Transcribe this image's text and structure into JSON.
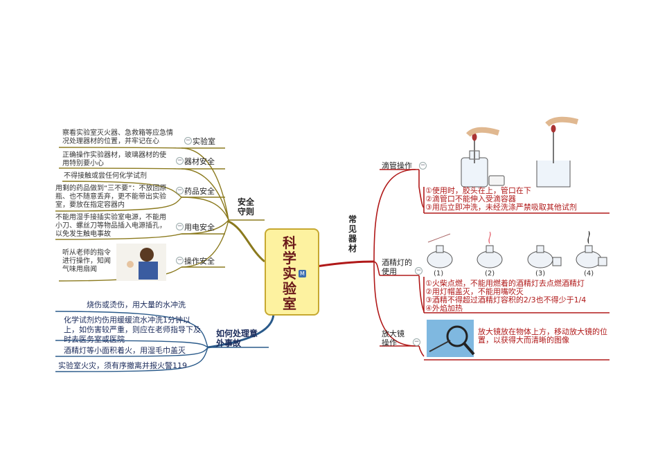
{
  "center": {
    "title": "科学实验室",
    "badge": "M"
  },
  "safety": {
    "title": "安全守则",
    "items": [
      {
        "label": "实验室",
        "desc": "察看实验室灭火器、急救箱等应急情况处理器材的位置，并牢记在心"
      },
      {
        "label": "器材安全",
        "desc": "正确操作实验器材，玻璃器材的使用特别要小心"
      },
      {
        "label": "药品安全",
        "desc_top": "不得接触或尝任何化学试剂",
        "desc": "用剩的药品做到“三不要”：不放回原瓶、也不随意丢弃，更不能带出实验室，要放在指定容器内"
      },
      {
        "label": "用电安全",
        "desc": "不能用湿手接插实验室电源，不能用小刀、螺丝刀等物品插入电源插孔，以免发生触电事故"
      },
      {
        "label": "操作安全",
        "desc": "听从老师的指令进行操作，知闻气味用扇闻"
      }
    ]
  },
  "accidents": {
    "title": "如何处理意外事故",
    "items": [
      "烧伤或烫伤，用大量的水冲洗",
      "化学试剂灼伤用缓缓流水冲洗1分钟以上，如伤害较严重，则应在老师指导下及时去医务室或医院",
      "酒精灯等小面积着火，用湿毛巾盖灭",
      "实验室火灾，须有序撤离并报火警119"
    ]
  },
  "equipment": {
    "title": "常见器材",
    "dropper": {
      "label": "滴管操作",
      "notes": [
        "①使用时，胶头在上，管口在下",
        "②滴管口不能伸入受滴容器",
        "③用后立即冲洗，未经洗涤严禁吸取其他试剂"
      ]
    },
    "lamp": {
      "label": "酒精灯的使用",
      "figs": [
        "(1)",
        "(2)",
        "(3)",
        "(4)"
      ],
      "notes": [
        "①火柴点燃，不能用燃着的酒精灯去点燃酒精灯",
        "②用灯帽盖灭，不能用嘴吹灭",
        "③酒精不得超过酒精灯容积的2/3也不得少于1/4",
        "④外焰加热"
      ]
    },
    "magnifier": {
      "label": "放大镜操作",
      "note": "放大镜放在物体上方，移动放大镜的位置，以获得大而清晰的图像"
    }
  },
  "colors": {
    "safety": "#8b7a1e",
    "accidents": "#2a5a8a",
    "equipment": "#b01818",
    "center_fill": "#fdf2a0"
  }
}
